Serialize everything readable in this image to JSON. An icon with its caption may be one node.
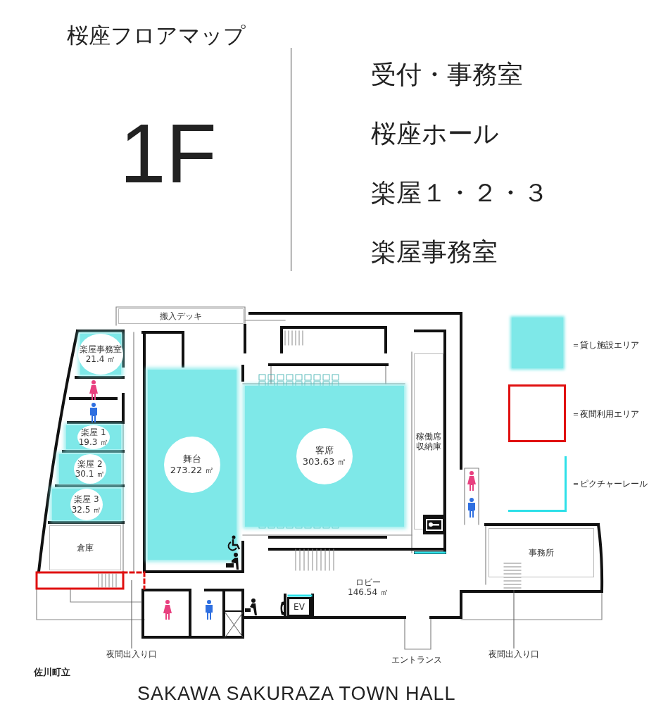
{
  "diagram": {
    "title": "桜座フロアマップ",
    "nodes": [
      {
        "text": [
          "搬入デッキ"
        ]
      },
      {
        "text": [
          "楽屋事務室",
          "21.4 ㎡"
        ]
      },
      {
        "text": [
          "楽屋 1",
          "19.3 ㎡"
        ]
      },
      {
        "text": [
          "楽屋 2",
          "30.1 ㎡"
        ]
      },
      {
        "text": [
          "楽屋 3",
          "32.5 ㎡"
        ]
      },
      {
        "text": [
          "倉庫"
        ]
      },
      {
        "text": [
          "舞台",
          "273.22 ㎡"
        ]
      },
      {
        "text": [
          "客席",
          "303.63 ㎡"
        ]
      },
      {
        "text": [
          "稼働席収納庫"
        ]
      },
      {
        "text": [
          "事務所"
        ]
      },
      {
        "text": [
          "ロビー",
          "146.54 ㎡"
        ]
      },
      {
        "text": [
          "EV"
        ]
      },
      {
        "text": [
          "夜間出入り口"
        ]
      },
      {
        "text": [
          "夜間出入り口"
        ]
      }
    ],
    "edges": [
      {
        "from": 12,
        "to": null,
        "arrow": "none"
      },
      {
        "from": 13,
        "to": null,
        "arrow": "none"
      }
    ],
    "labels": [
      "1F",
      "受付・事務室",
      "桜座ホール",
      "楽屋１・２・３",
      "楽屋事務室",
      "エントランス",
      "佐川町立",
      "SAKAWA SAKURAZA TOWN HALL"
    ],
    "legend": [
      {
        "text": "＝貸し施設エリア",
        "color": "#7ee8e8"
      },
      {
        "text": "＝夜間利用エリア"
      },
      {
        "text": "＝ピクチャーレール"
      }
    ]
  }
}
